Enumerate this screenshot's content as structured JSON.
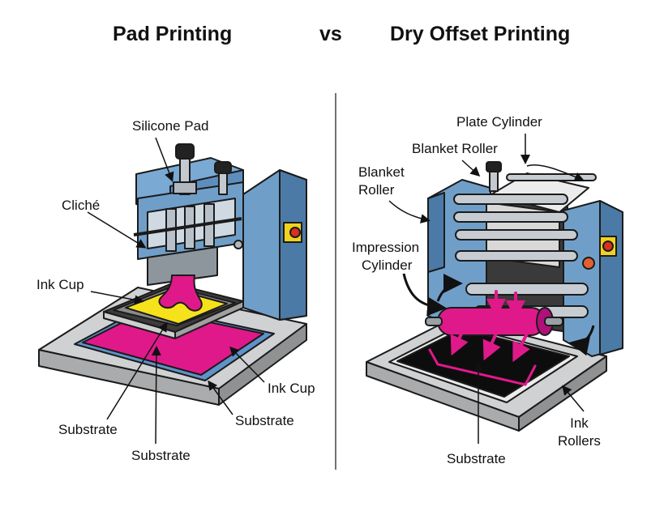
{
  "titles": {
    "left": "Pad Printing",
    "vs": "vs",
    "right": "Dry Offset Printing"
  },
  "left_labels": {
    "silicone_pad": "Silicone Pad",
    "cliche": "Cliché",
    "ink_cup_1": "Ink Cup",
    "ink_cup_2": "Ink Cup",
    "substrate_1": "Substrate",
    "substrate_2": "Substrate",
    "substrate_3": "Substrate"
  },
  "right_labels": {
    "plate_cylinder": "Plate Cylinder",
    "blanket_roller_top": "Blanket Roller",
    "blanket_roller_side_1": "Blanket",
    "blanket_roller_side_2": "Roller",
    "impression_1": "Impression",
    "impression_2": "Cylinder",
    "ink_rollers_1": "Ink",
    "ink_rollers_2": "Rollers",
    "substrate": "Substrate"
  },
  "colors": {
    "machine_blue": "#6f9fc9",
    "machine_dark": "#4c7aa6",
    "magenta": "#e0198a",
    "yellow": "#f5e21a",
    "base_gray": "#c9cbcd",
    "black_substrate": "#0d0d0d",
    "red_button": "#d9301f"
  }
}
